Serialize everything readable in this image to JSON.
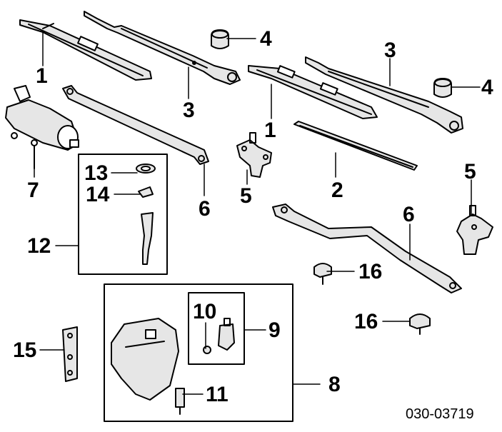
{
  "diagram": {
    "part_code": "030-03719",
    "callouts": {
      "c1a": "1",
      "c1b": "1",
      "c2": "2",
      "c3a": "3",
      "c3b": "3",
      "c4a": "4",
      "c4b": "4",
      "c5a": "5",
      "c5b": "5",
      "c6a": "6",
      "c6b": "6",
      "c7": "7",
      "c8": "8",
      "c9": "9",
      "c10": "10",
      "c11": "11",
      "c12": "12",
      "c13": "13",
      "c14": "14",
      "c15": "15",
      "c16a": "16",
      "c16b": "16"
    }
  },
  "colors": {
    "ink": "#000000",
    "paper": "#ffffff",
    "part_fill": "#e6e6e6"
  }
}
